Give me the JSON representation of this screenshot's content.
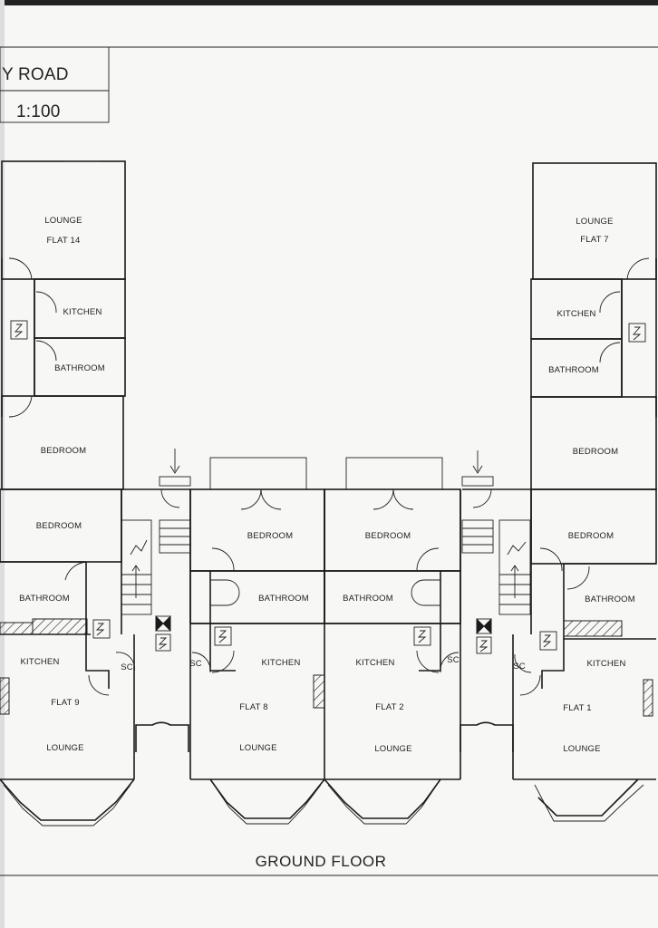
{
  "title_block": {
    "road_name": "Y ROAD",
    "scale": "1:100"
  },
  "floor_label": "GROUND FLOOR",
  "rooms": {
    "flat14_lounge": "LOUNGE",
    "flat14_label": "FLAT 14",
    "flat14_kitchen": "KITCHEN",
    "flat14_bathroom": "BATHROOM",
    "flat14_bedroom": "BEDROOM",
    "flat7_lounge": "LOUNGE",
    "flat7_label": "FLAT 7",
    "flat7_kitchen": "KITCHEN",
    "flat7_bathroom": "BATHROOM",
    "flat7_bedroom": "BEDROOM",
    "flat9_bedroom": "BEDROOM",
    "flat9_bathroom": "BATHROOM",
    "flat9_kitchen": "KITCHEN",
    "flat9_label": "FLAT 9",
    "flat9_lounge": "LOUNGE",
    "flat8_bedroom": "BEDROOM",
    "flat8_bathroom": "BATHROOM",
    "flat8_kitchen": "KITCHEN",
    "flat8_label": "FLAT 8",
    "flat8_lounge": "LOUNGE",
    "flat2_bedroom": "BEDROOM",
    "flat2_bathroom": "BATHROOM",
    "flat2_kitchen": "KITCHEN",
    "flat2_label": "FLAT 2",
    "flat2_lounge": "LOUNGE",
    "flat1_bedroom": "BEDROOM",
    "flat1_bathroom": "BATHROOM",
    "flat1_kitchen": "KITCHEN",
    "flat1_label": "FLAT 1",
    "flat1_lounge": "LOUNGE",
    "sc": "SC"
  }
}
